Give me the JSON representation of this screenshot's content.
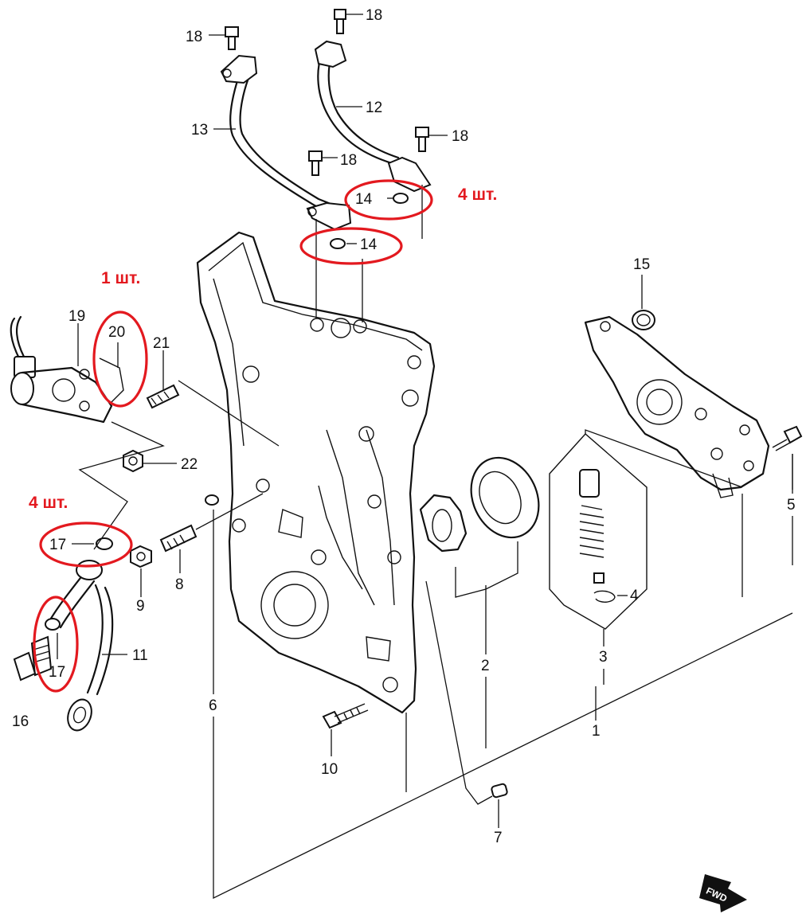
{
  "callouts": {
    "p1": "1",
    "p2": "2",
    "p3": "3",
    "p4": "4",
    "p5": "5",
    "p6": "6",
    "p7": "7",
    "p8": "8",
    "p9": "9",
    "p10": "10",
    "p11": "11",
    "p12": "12",
    "p13": "13",
    "p14a": "14",
    "p14b": "14",
    "p15": "15",
    "p16": "16",
    "p17a": "17",
    "p17b": "17",
    "p18a": "18",
    "p18b": "18",
    "p18c": "18",
    "p18d": "18",
    "p19": "19",
    "p20": "20",
    "p21": "21",
    "p22": "22"
  },
  "notes": {
    "qty_top_right": "4 шт.",
    "qty_left_top": "1 шт.",
    "qty_left_mid": "4 шт."
  },
  "badge": {
    "text": "FWD"
  },
  "colors": {
    "ink": "#111111",
    "highlight": "#e3191f",
    "background": "#ffffff"
  }
}
